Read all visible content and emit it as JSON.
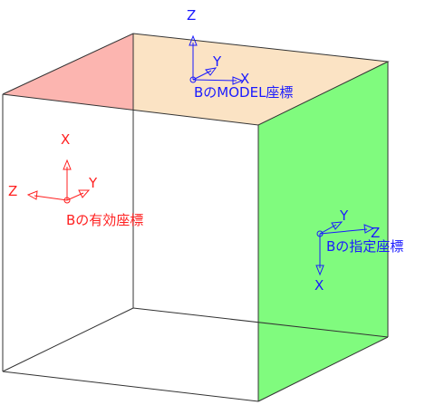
{
  "colors": {
    "top_face": "#fbe3c4",
    "top_face_dark": "#f7b98a",
    "left_face": "#fcb5b0",
    "right_face": "#80fb7e",
    "edge": "#333333",
    "model_frame": "#1a1aff",
    "effective_frame": "#ff2020",
    "specified_frame": "#1a1aff"
  },
  "frames": {
    "model": {
      "label": "BのMODEL座標",
      "axis_z": "Z",
      "axis_y": "Y",
      "axis_x": "X"
    },
    "effective": {
      "label": "Bの有効座標",
      "axis_x": "X",
      "axis_y": "Y",
      "axis_z": "Z"
    },
    "specified": {
      "label": "Bの指定座標",
      "axis_y": "Y",
      "axis_z": "Z",
      "axis_x": "X"
    }
  }
}
